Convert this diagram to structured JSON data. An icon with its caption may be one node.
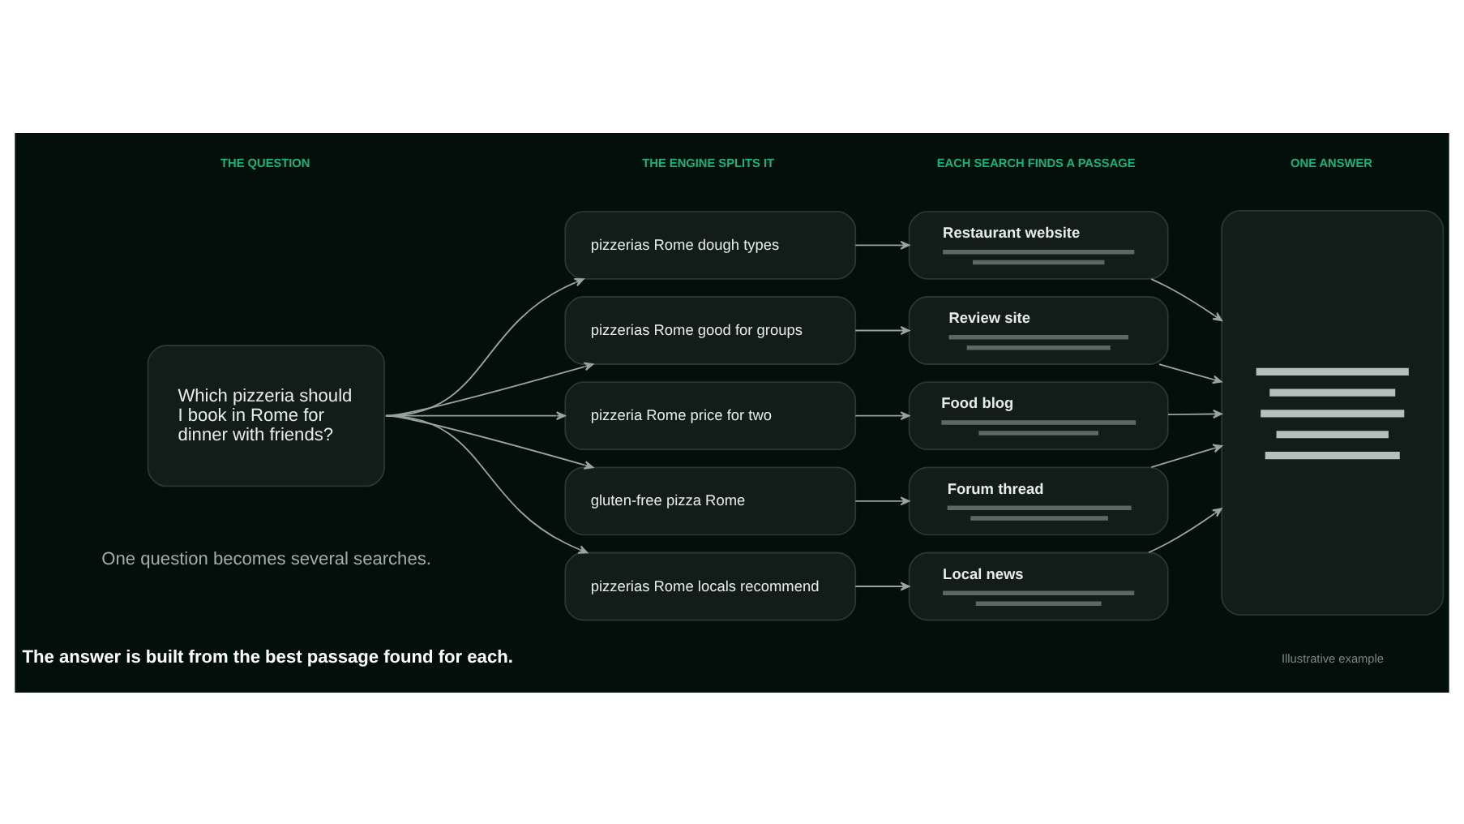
{
  "diagram": {
    "nodes": [
      {
        "text": [
          "Which pizzeria should I book in Rome for dinner with friends?"
        ]
      },
      {
        "text": [
          "pizzerias Rome dough types"
        ]
      },
      {
        "text": [
          "pizzerias Rome good for groups"
        ]
      },
      {
        "text": [
          "pizzeria Rome price for two"
        ]
      },
      {
        "text": [
          "gluten-free pizza Rome"
        ]
      },
      {
        "text": [
          "pizzerias Rome locals recommend"
        ]
      },
      {
        "text": [
          "Restaurant website"
        ]
      },
      {
        "text": [
          "Review site"
        ]
      },
      {
        "text": [
          "Food blog"
        ]
      },
      {
        "text": [
          "Forum thread"
        ]
      },
      {
        "text": [
          "Local news"
        ]
      },
      {
        "text": [],
        "shape": "box"
      }
    ],
    "edges": [
      {
        "from": 0,
        "to": 1,
        "arrow": "to"
      },
      {
        "from": 0,
        "to": 2,
        "arrow": "to"
      },
      {
        "from": 0,
        "to": 3,
        "arrow": "to"
      },
      {
        "from": 0,
        "to": 4,
        "arrow": "to"
      },
      {
        "from": 0,
        "to": 5,
        "arrow": "to"
      },
      {
        "from": 1,
        "to": 6,
        "arrow": "to"
      },
      {
        "from": 2,
        "to": 7,
        "arrow": "to"
      },
      {
        "from": 3,
        "to": 8,
        "arrow": "to"
      },
      {
        "from": 4,
        "to": 9,
        "arrow": "to"
      },
      {
        "from": 5,
        "to": 10,
        "arrow": "to"
      },
      {
        "from": 6,
        "to": 11,
        "arrow": "to"
      },
      {
        "from": 7,
        "to": 11,
        "arrow": "to"
      },
      {
        "from": 8,
        "to": 11,
        "arrow": "to"
      },
      {
        "from": 9,
        "to": 11,
        "arrow": "to"
      },
      {
        "from": 10,
        "to": 11,
        "arrow": "to"
      }
    ],
    "labels": [
      "THE QUESTION",
      "THE ENGINE SPLITS IT",
      "EACH SEARCH FINDS A PASSAGE",
      "ONE ANSWER",
      "One question becomes several searches.",
      "The answer is built from the best passage found for each.",
      "Illustrative example"
    ]
  }
}
